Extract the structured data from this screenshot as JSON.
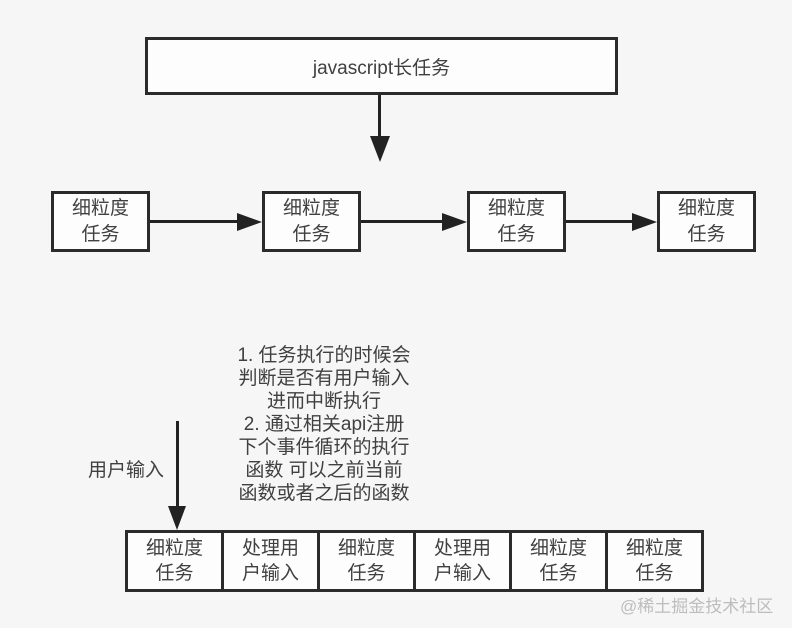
{
  "colors": {
    "background": "#f6f6f7",
    "box_fill": "#fdfdfd",
    "border": "#2b2b2b",
    "text": "#404040",
    "arrow": "#222222",
    "watermark_color": "#bdbdbd"
  },
  "diagram": {
    "top_box": {
      "label": "javascript长任务"
    },
    "fine_grained_row": {
      "boxes": [
        {
          "label": "细粒度\n任务"
        },
        {
          "label": "细粒度\n任务"
        },
        {
          "label": "细粒度\n任务"
        },
        {
          "label": "细粒度\n任务"
        }
      ]
    },
    "notes": {
      "lines": [
        "1. 任务执行的时候会",
        "判断是否有用户输入",
        "进而中断执行",
        "2. 通过相关api注册",
        "下个事件循环的执行",
        "函数 可以之前当前",
        "函数或者之后的函数"
      ]
    },
    "user_input": {
      "label": "用户输入"
    },
    "timeline_row": {
      "cells": [
        {
          "label": "细粒度\n任务"
        },
        {
          "label": "处理用\n户输入"
        },
        {
          "label": "细粒度\n任务"
        },
        {
          "label": "处理用\n户输入"
        },
        {
          "label": "细粒度\n任务"
        },
        {
          "label": "细粒度\n任务"
        }
      ]
    },
    "watermark": {
      "label": "@稀土掘金技术社区"
    }
  }
}
